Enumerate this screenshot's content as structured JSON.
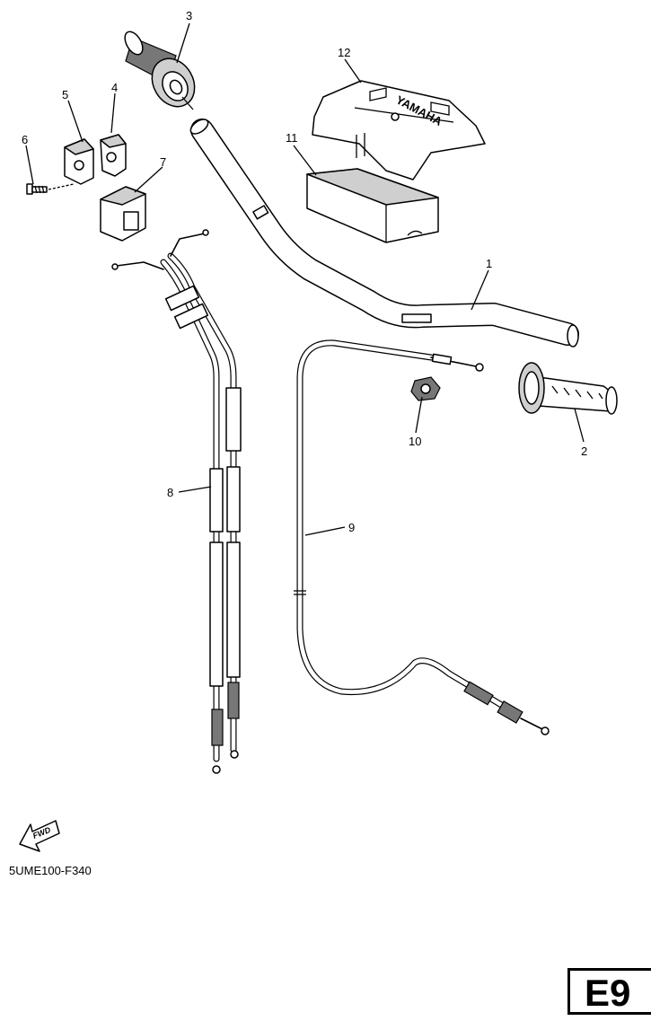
{
  "callouts": [
    "1",
    "2",
    "3",
    "4",
    "5",
    "6",
    "7",
    "8",
    "9",
    "10",
    "11",
    "12"
  ],
  "emblem_text": "YAMAHA",
  "fwd_label": "FWD",
  "ref_code": "5UME100-F340",
  "page_code": "E9"
}
